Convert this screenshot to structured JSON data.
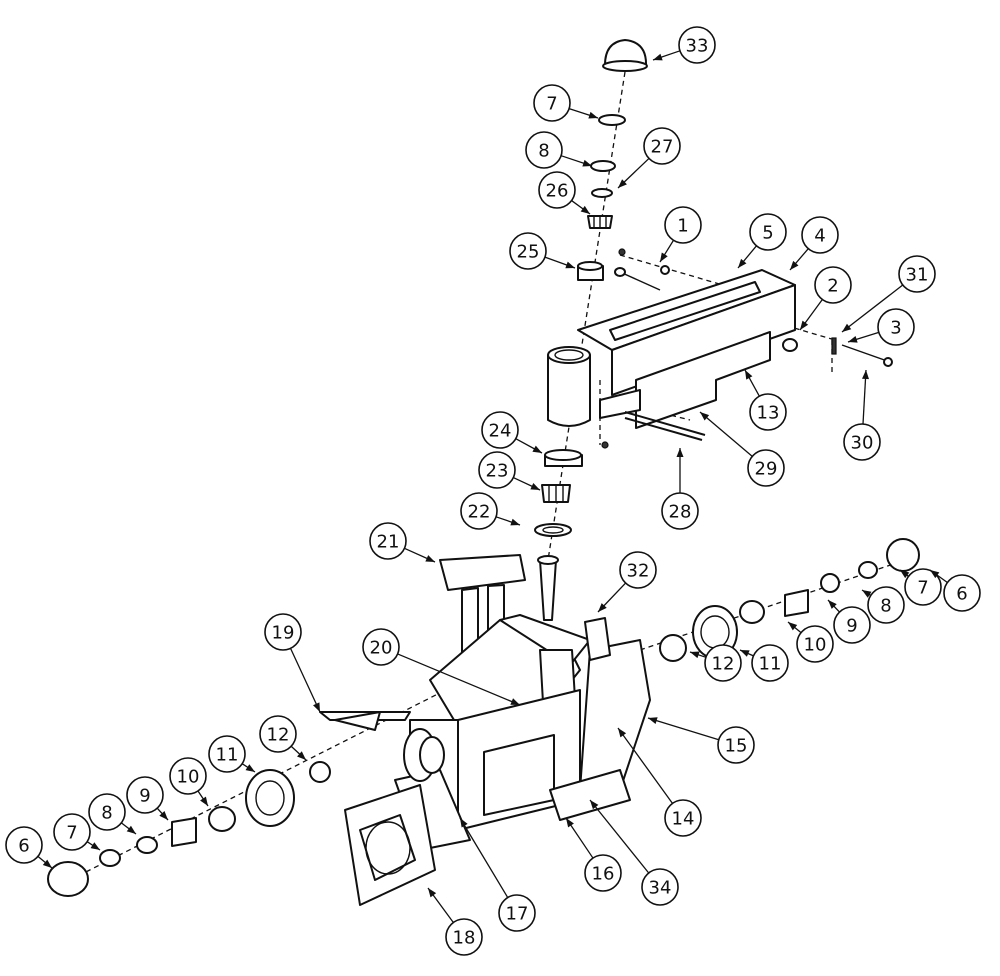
{
  "callouts": [
    {
      "id": "c33a",
      "label": "33"
    },
    {
      "id": "c7a",
      "label": "7"
    },
    {
      "id": "c8a",
      "label": "8"
    },
    {
      "id": "c27",
      "label": "27"
    },
    {
      "id": "c26",
      "label": "26"
    },
    {
      "id": "c1",
      "label": "1"
    },
    {
      "id": "c5",
      "label": "5"
    },
    {
      "id": "c4",
      "label": "4"
    },
    {
      "id": "c25",
      "label": "25"
    },
    {
      "id": "c31",
      "label": "31"
    },
    {
      "id": "c2",
      "label": "2"
    },
    {
      "id": "c3",
      "label": "3"
    },
    {
      "id": "c13",
      "label": "13"
    },
    {
      "id": "c30",
      "label": "30"
    },
    {
      "id": "c24",
      "label": "24"
    },
    {
      "id": "c29",
      "label": "29"
    },
    {
      "id": "c23",
      "label": "23"
    },
    {
      "id": "c22",
      "label": "22"
    },
    {
      "id": "c28",
      "label": "28"
    },
    {
      "id": "c21",
      "label": "21"
    },
    {
      "id": "c32",
      "label": "32"
    },
    {
      "id": "c6a",
      "label": "6"
    },
    {
      "id": "c7b",
      "label": "7"
    },
    {
      "id": "c8b",
      "label": "8"
    },
    {
      "id": "c9a",
      "label": "9"
    },
    {
      "id": "c10a",
      "label": "10"
    },
    {
      "id": "c11a",
      "label": "11"
    },
    {
      "id": "c12a",
      "label": "12"
    },
    {
      "id": "c19",
      "label": "19"
    },
    {
      "id": "c20",
      "label": "20"
    },
    {
      "id": "c15",
      "label": "15"
    },
    {
      "id": "c14",
      "label": "14"
    },
    {
      "id": "c12b",
      "label": "12"
    },
    {
      "id": "c11b",
      "label": "11"
    },
    {
      "id": "c10b",
      "label": "10"
    },
    {
      "id": "c9b",
      "label": "9"
    },
    {
      "id": "c8c",
      "label": "8"
    },
    {
      "id": "c7c",
      "label": "7"
    },
    {
      "id": "c6b",
      "label": "6"
    },
    {
      "id": "c17",
      "label": "17"
    },
    {
      "id": "c16",
      "label": "16"
    },
    {
      "id": "c34",
      "label": "34"
    },
    {
      "id": "c18",
      "label": "18"
    }
  ]
}
